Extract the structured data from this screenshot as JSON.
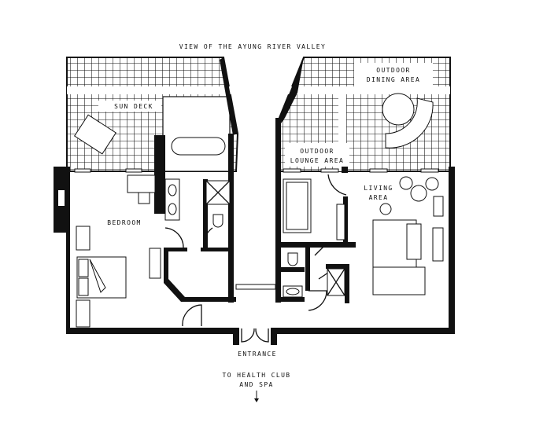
{
  "title": "VIEW OF THE AYUNG RIVER VALLEY",
  "rooms": {
    "sun_deck": "SUN DECK",
    "outdoor_dining": [
      "OUTDOOR",
      "DINING AREA"
    ],
    "outdoor_lounge": [
      "OUTDOOR",
      "LOUNGE AREA"
    ],
    "bedroom": "BEDROOM",
    "living": [
      "LIVING",
      "AREA"
    ],
    "entrance": "ENTRANCE"
  },
  "direction": [
    "TO HEALTH CLUB",
    "AND SPA"
  ],
  "colors": {
    "ink": "#111111",
    "paper": "#ffffff"
  }
}
